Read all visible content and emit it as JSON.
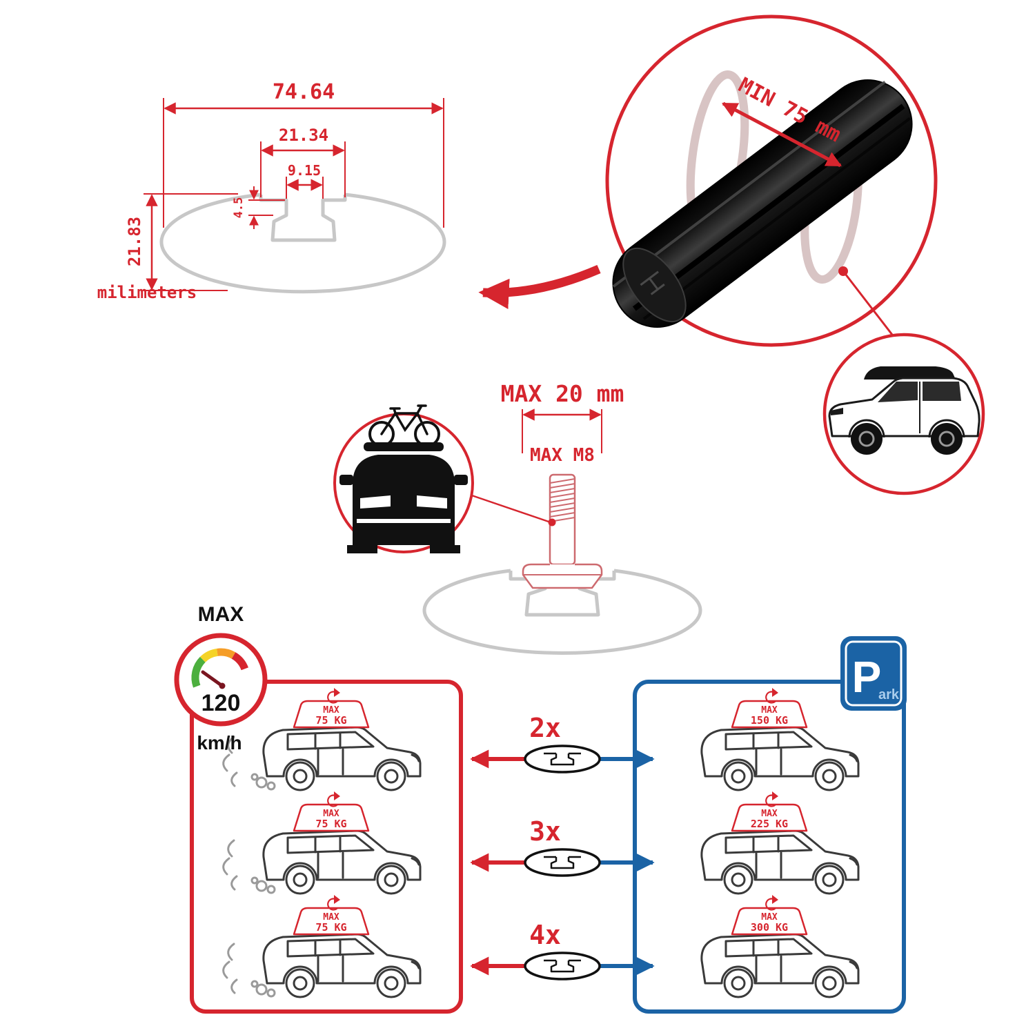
{
  "colors": {
    "accent_red": "#d6252e",
    "accent_blue": "#1b63a5",
    "profile_gray": "#c7c7c7",
    "bar_black": "#141414"
  },
  "profile_dimensions": {
    "total_width": "74.64",
    "slot_outer_width": "21.34",
    "slot_opening_width": "9.15",
    "lip_depth": "4.5",
    "total_height": "21.83",
    "units_label": "milimeters"
  },
  "crossbar_detail": {
    "min_span_label": "MIN 75 mm"
  },
  "bolt_detail": {
    "max_width_label": "MAX 20 mm",
    "max_thread_label": "MAX M8"
  },
  "speed_limit": {
    "label": "MAX",
    "value": "120",
    "units": "km/h"
  },
  "parking_sign": {
    "letter": "P",
    "suffix": "ark"
  },
  "load_capacity": {
    "multipliers": [
      "2x",
      "3x",
      "4x"
    ],
    "driving_cars": [
      {
        "label": "MAX",
        "value": "75 KG"
      },
      {
        "label": "MAX",
        "value": "75 KG"
      },
      {
        "label": "MAX",
        "value": "75 KG"
      }
    ],
    "parked_cars": [
      {
        "label": "MAX",
        "value": "150 KG"
      },
      {
        "label": "MAX",
        "value": "225 KG"
      },
      {
        "label": "MAX",
        "value": "300 KG"
      }
    ]
  }
}
